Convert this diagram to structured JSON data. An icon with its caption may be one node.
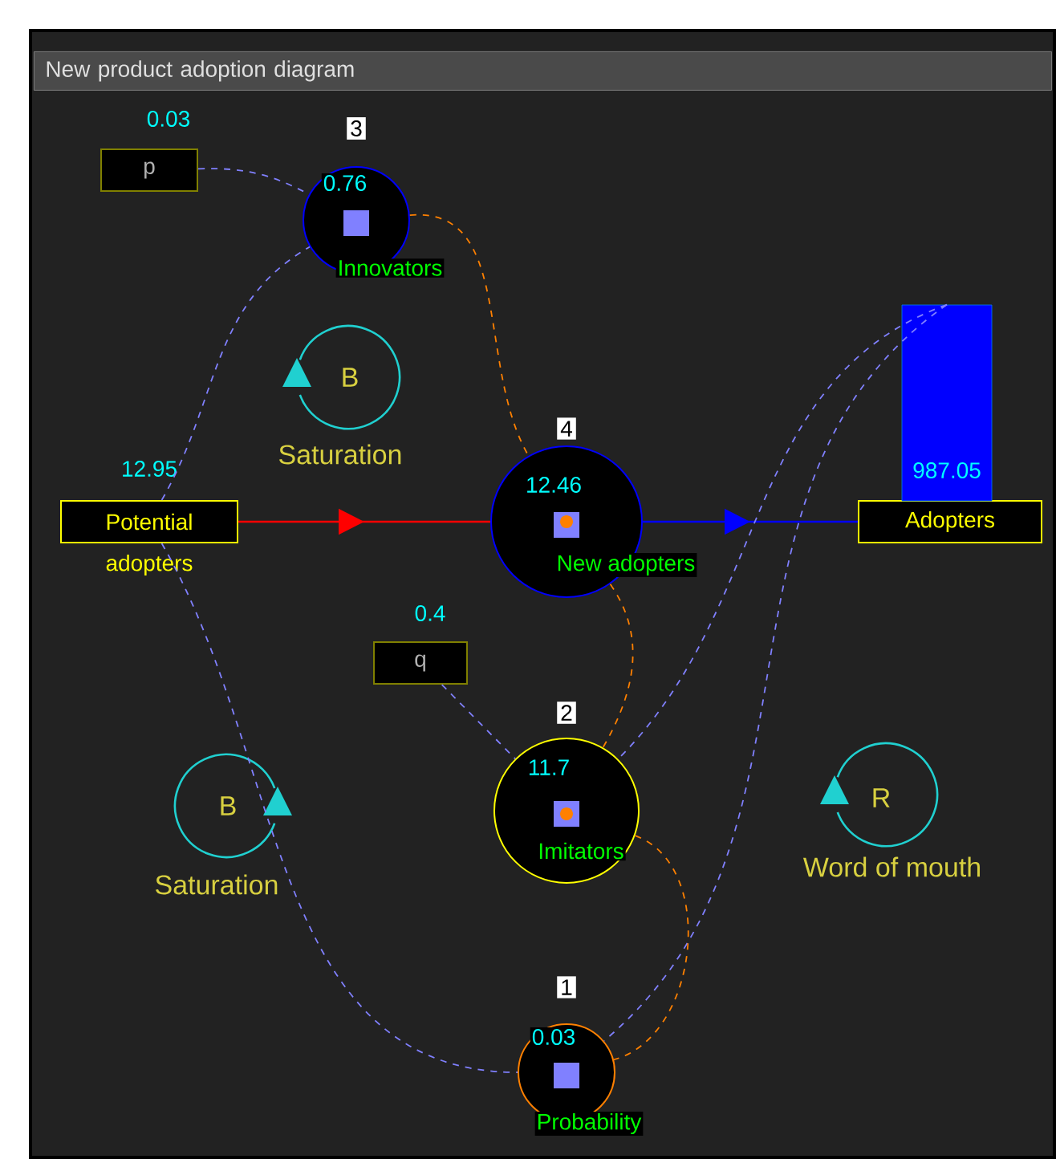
{
  "diagram": {
    "title": "New product adoption diagram",
    "nodes": [
      {
        "text": [
          "p"
        ],
        "beside": [
          "0.03"
        ]
      },
      {
        "text": [
          "3",
          "0.76",
          "Innovators"
        ]
      },
      {
        "text": [
          "Potential",
          "adopters"
        ],
        "beside": [
          "12.95"
        ]
      },
      {
        "text": [
          "4",
          "12.46",
          "New adopters"
        ]
      },
      {
        "text": [
          "Adopters"
        ]
      },
      {
        "text": [
          "987.05"
        ]
      },
      {
        "text": [
          "q"
        ],
        "beside": [
          "0.4"
        ]
      },
      {
        "text": [
          "2",
          "11.7",
          "Imitators"
        ]
      },
      {
        "text": [
          "1",
          "0.03",
          "Probability"
        ]
      }
    ],
    "edges": [
      {
        "from": 2,
        "to": 3,
        "arrow": "to",
        "color": "#ff0000"
      },
      {
        "from": 3,
        "to": 4,
        "arrow": "to",
        "color": "#0000ff"
      },
      {
        "from": 0,
        "to": 1,
        "arrow": "none",
        "style": "dashed"
      },
      {
        "from": 2,
        "to": 1,
        "arrow": "none",
        "style": "dashed"
      },
      {
        "from": 1,
        "to": 3,
        "arrow": "none",
        "style": "dashed",
        "color": "#ff8000"
      },
      {
        "from": 2,
        "to": 8,
        "arrow": "none",
        "style": "dashed"
      },
      {
        "from": 6,
        "to": 7,
        "arrow": "none",
        "style": "dashed"
      },
      {
        "from": 3,
        "to": 7,
        "arrow": "none",
        "style": "dashed",
        "color": "#ff8000"
      },
      {
        "from": 5,
        "to": 7,
        "arrow": "none",
        "style": "dashed"
      },
      {
        "from": 5,
        "to": 8,
        "arrow": "none",
        "style": "dashed"
      },
      {
        "from": 7,
        "to": 8,
        "arrow": "none",
        "style": "dashed",
        "color": "#ff8000"
      }
    ],
    "labels": [
      "B",
      "Saturation",
      "B",
      "Saturation",
      "R",
      "Word of mouth"
    ]
  }
}
